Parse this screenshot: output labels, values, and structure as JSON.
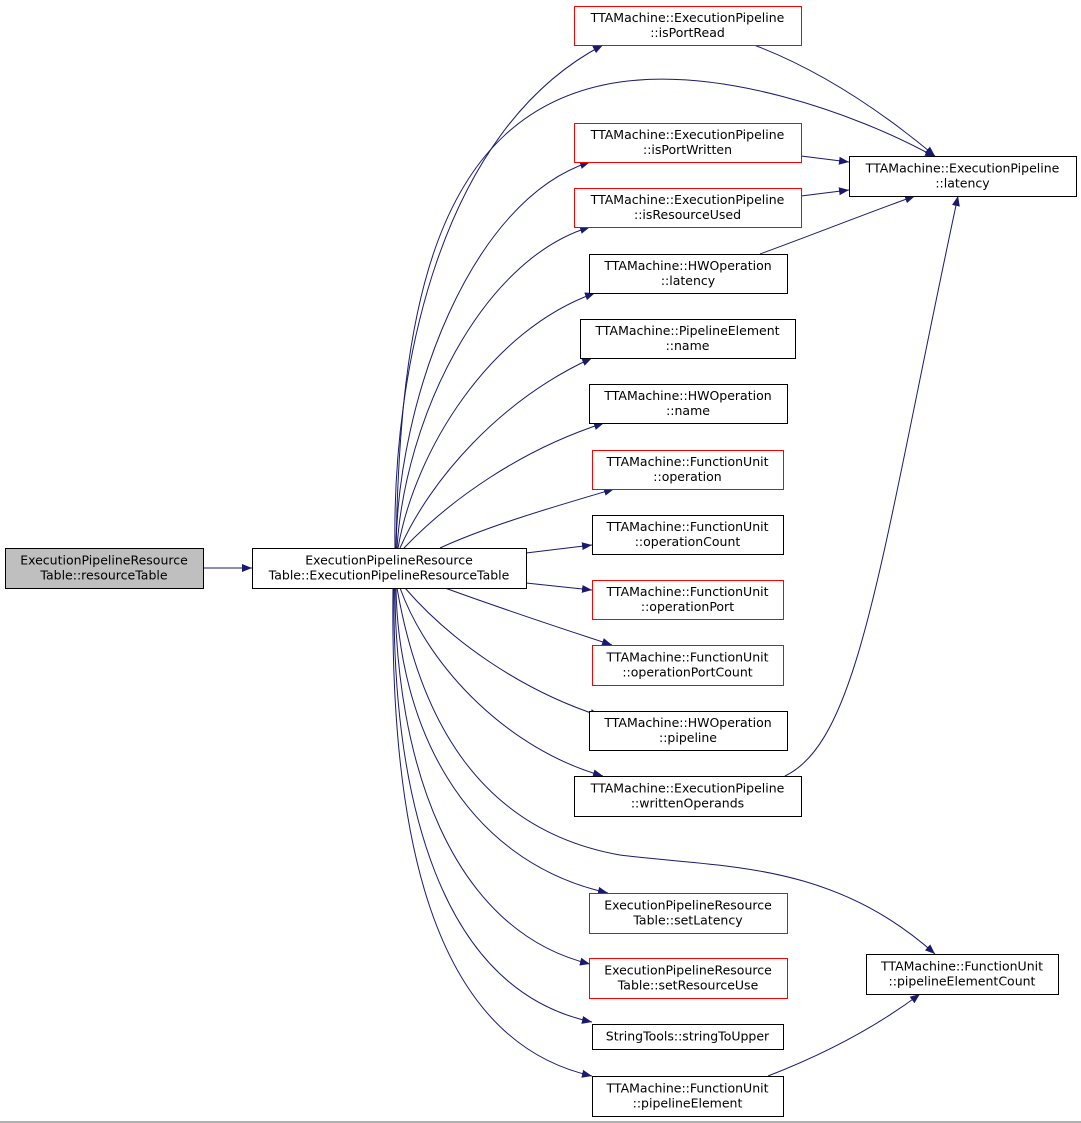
{
  "diagram": {
    "colors": {
      "edge": "#191970",
      "root_fill": "#bfbfbf",
      "black_border": "#000000",
      "red_border": "#ff0000"
    },
    "nodes": [
      {
        "id": "resourceTable",
        "lines": [
          "ExecutionPipelineResource",
          "Table::resourceTable"
        ],
        "style": "root"
      },
      {
        "id": "ctor",
        "lines": [
          "ExecutionPipelineResource",
          "Table::ExecutionPipelineResourceTable"
        ],
        "style": "black"
      },
      {
        "id": "isPortRead",
        "lines": [
          "TTAMachine::ExecutionPipeline",
          "::isPortRead"
        ],
        "style": "red"
      },
      {
        "id": "isPortWritten",
        "lines": [
          "TTAMachine::ExecutionPipeline",
          "::isPortWritten"
        ],
        "style": "red"
      },
      {
        "id": "isResourceUsed",
        "lines": [
          "TTAMachine::ExecutionPipeline",
          "::isResourceUsed"
        ],
        "style": "red"
      },
      {
        "id": "hwLatency",
        "lines": [
          "TTAMachine::HWOperation",
          "::latency"
        ],
        "style": "black"
      },
      {
        "id": "peName",
        "lines": [
          "TTAMachine::PipelineElement",
          "::name"
        ],
        "style": "black"
      },
      {
        "id": "hwName",
        "lines": [
          "TTAMachine::HWOperation",
          "::name"
        ],
        "style": "black"
      },
      {
        "id": "fuOperation",
        "lines": [
          "TTAMachine::FunctionUnit",
          "::operation"
        ],
        "style": "red"
      },
      {
        "id": "fuOperationCount",
        "lines": [
          "TTAMachine::FunctionUnit",
          "::operationCount"
        ],
        "style": "black"
      },
      {
        "id": "fuOperationPort",
        "lines": [
          "TTAMachine::FunctionUnit",
          "::operationPort"
        ],
        "style": "red"
      },
      {
        "id": "fuOperationPortCount",
        "lines": [
          "TTAMachine::FunctionUnit",
          "::operationPortCount"
        ],
        "style": "red"
      },
      {
        "id": "hwPipeline",
        "lines": [
          "TTAMachine::HWOperation",
          "::pipeline"
        ],
        "style": "black"
      },
      {
        "id": "writtenOperands",
        "lines": [
          "TTAMachine::ExecutionPipeline",
          "::writtenOperands"
        ],
        "style": "black"
      },
      {
        "id": "setLatency",
        "lines": [
          "ExecutionPipelineResource",
          "Table::setLatency"
        ],
        "style": "red"
      },
      {
        "id": "setResourceUse",
        "lines": [
          "ExecutionPipelineResource",
          "Table::setResourceUse"
        ],
        "style": "red"
      },
      {
        "id": "stringToUpper",
        "lines": [
          "StringTools::stringToUpper"
        ],
        "style": "black"
      },
      {
        "id": "pipelineElement",
        "lines": [
          "TTAMachine::FunctionUnit",
          "::pipelineElement"
        ],
        "style": "black"
      },
      {
        "id": "epLatency",
        "lines": [
          "TTAMachine::ExecutionPipeline",
          "::latency"
        ],
        "style": "black"
      },
      {
        "id": "pipelineElementCount",
        "lines": [
          "TTAMachine::FunctionUnit",
          "::pipelineElementCount"
        ],
        "style": "black"
      }
    ],
    "edges": [
      {
        "from": "resourceTable",
        "to": "ctor"
      },
      {
        "from": "ctor",
        "to": "isPortRead"
      },
      {
        "from": "ctor",
        "to": "epLatency"
      },
      {
        "from": "ctor",
        "to": "isPortWritten"
      },
      {
        "from": "ctor",
        "to": "isResourceUsed"
      },
      {
        "from": "ctor",
        "to": "hwLatency"
      },
      {
        "from": "ctor",
        "to": "peName"
      },
      {
        "from": "ctor",
        "to": "hwName"
      },
      {
        "from": "ctor",
        "to": "fuOperation"
      },
      {
        "from": "ctor",
        "to": "fuOperationCount"
      },
      {
        "from": "ctor",
        "to": "fuOperationPort"
      },
      {
        "from": "ctor",
        "to": "fuOperationPortCount"
      },
      {
        "from": "ctor",
        "to": "hwPipeline"
      },
      {
        "from": "ctor",
        "to": "writtenOperands"
      },
      {
        "from": "ctor",
        "to": "pipelineElementCount"
      },
      {
        "from": "ctor",
        "to": "setLatency"
      },
      {
        "from": "ctor",
        "to": "setResourceUse"
      },
      {
        "from": "ctor",
        "to": "stringToUpper"
      },
      {
        "from": "ctor",
        "to": "pipelineElement"
      },
      {
        "from": "isPortRead",
        "to": "epLatency"
      },
      {
        "from": "isPortWritten",
        "to": "epLatency"
      },
      {
        "from": "isResourceUsed",
        "to": "epLatency"
      },
      {
        "from": "hwLatency",
        "to": "epLatency"
      },
      {
        "from": "writtenOperands",
        "to": "epLatency"
      },
      {
        "from": "pipelineElement",
        "to": "pipelineElementCount"
      }
    ]
  }
}
